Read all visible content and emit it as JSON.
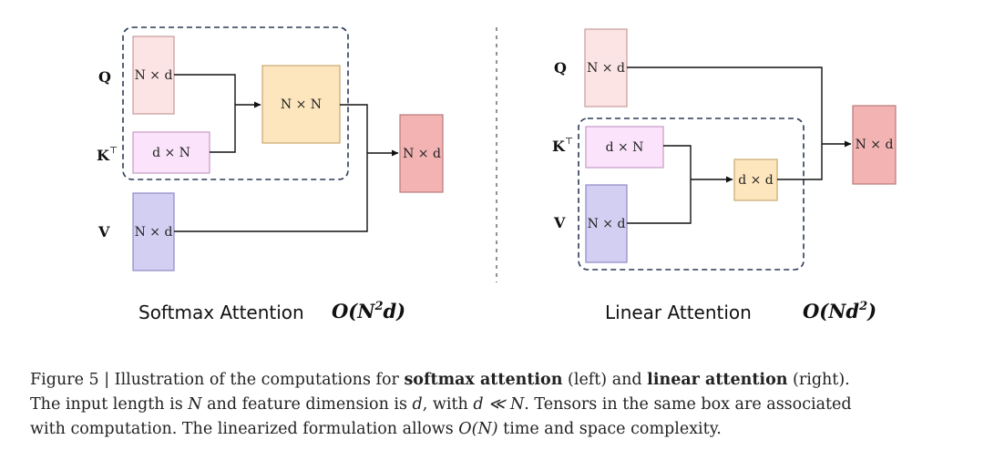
{
  "softmax": {
    "labels": {
      "q": "Q",
      "k": "K",
      "k_sup": "⊤",
      "v": "V"
    },
    "boxes": {
      "q": "N × d",
      "kt": "d × N",
      "v": "N × d",
      "attn": "N × N",
      "out": "N × d"
    },
    "title": "Softmax Attention",
    "complexity": {
      "pre": "O(N",
      "exp": "2",
      "post": "d)"
    }
  },
  "linear": {
    "labels": {
      "q": "Q",
      "k": "K",
      "k_sup": "⊤",
      "v": "V"
    },
    "boxes": {
      "q": "N × d",
      "kt": "d × N",
      "v": "N × d",
      "kv": "d × d",
      "out": "N × d"
    },
    "title": "Linear Attention",
    "complexity": {
      "pre": "O(Nd",
      "exp": "2",
      "post": ")"
    }
  },
  "colors": {
    "q_fill": "#fce4e4",
    "q_stroke": "#c79a9a",
    "kt_fill": "#fbe4fb",
    "kt_stroke": "#c49ac4",
    "v_fill": "#d3cff3",
    "v_stroke": "#8f88c4",
    "nn_fill": "#fde6bd",
    "nn_stroke": "#c9a870",
    "out_fill": "#f3b3b3",
    "out_stroke": "#b87a7a",
    "dash": "#2b3a55"
  },
  "caption": {
    "line1_a": "Figure 5 | Illustration of the computations for ",
    "line1_b": "softmax attention",
    "line1_c": " (left) and ",
    "line1_d": "linear attention",
    "line1_e": " (right).",
    "line2_a": "The input length is ",
    "line2_N": "N",
    "line2_b": " and feature dimension is ",
    "line2_d": "d",
    "line2_c": ", with ",
    "line2_rel": "d ≪ N",
    "line2_e": ". Tensors in the same box are associated",
    "line3_a": "with computation. The linearized formulation allows ",
    "line3_O": "O(N)",
    "line3_b": " time and space complexity."
  }
}
